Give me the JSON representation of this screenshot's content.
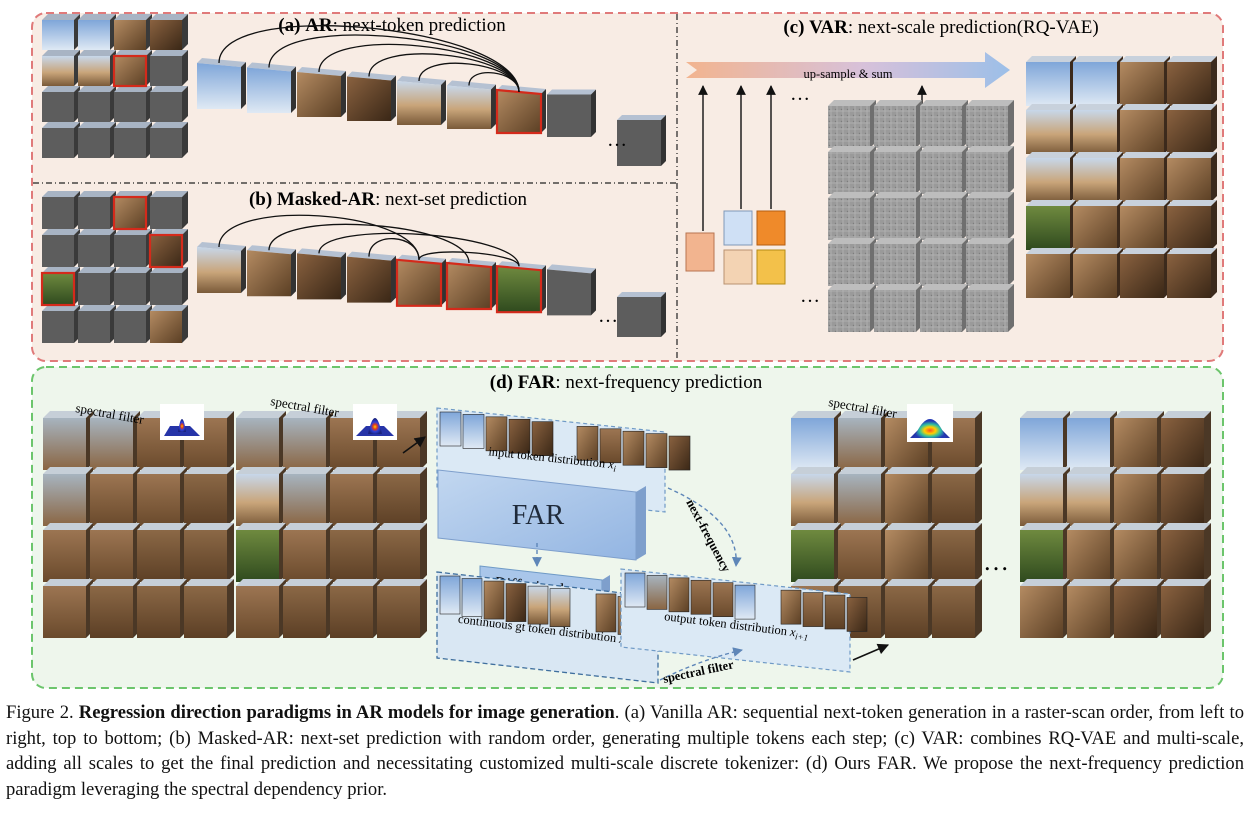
{
  "panels": {
    "a": {
      "tag": "(a)",
      "name": "AR",
      "desc": ": next-token prediction"
    },
    "b": {
      "tag": "(b)",
      "name": "Masked-AR",
      "desc": ": next-set prediction"
    },
    "c": {
      "tag": "(c)",
      "name": "VAR",
      "desc": ": next-scale prediction(RQ-VAE)",
      "arrow_label": "up-sample & sum"
    },
    "d": {
      "tag": "(d)",
      "name": "FAR",
      "desc": ": next-frequency prediction"
    }
  },
  "far": {
    "spectral_filter_label": "spectral filter",
    "input_label": "input token distribution",
    "input_var": "x",
    "input_sub": "i",
    "model_label": "FAR",
    "diffusion_label": "Diffusion loss",
    "gt_label": "continuous gt token distribution",
    "gt_var": "x",
    "output_label": "output token distribution",
    "output_var": "x",
    "output_sub": "i+1",
    "next_frequency_label": "next-frequency",
    "bottom_filter_label": "spectral filter"
  },
  "ellipsis": "…",
  "colors": {
    "top_border": "#e07a7a",
    "top_bg": "#f8ece4",
    "bottom_border": "#6cc56c",
    "bottom_bg": "#eef6ec",
    "accent_red": "#d42a1b",
    "token_gray": "#5d5d5d",
    "far_blue": "#a9c6ea"
  },
  "caption": {
    "prefix": "Figure 2.",
    "bold": "Regression direction paradigms in AR models for image generation",
    "rest": ". (a) Vanilla AR: sequential next-token generation in a raster-scan order, from left to right, top to bottom; (b) Masked-AR: next-set prediction with random order, generating multiple tokens each step; (c) VAR: combines RQ-VAE and multi-scale, adding all scales to get the final prediction and necessitating customized multi-scale discrete tokenizer: (d) Ours FAR. We propose the next-frequency prediction paradigm leveraging the spectral dependency prior."
  }
}
